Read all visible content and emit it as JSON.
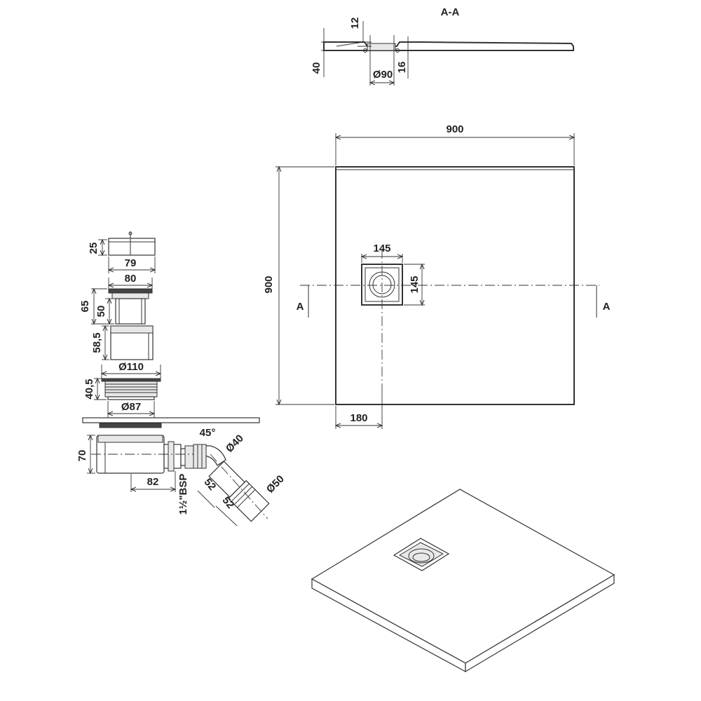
{
  "section": {
    "title": "A-A",
    "dim_top": "12",
    "dim_height": "40",
    "dim_drain_diameter": "Ø90",
    "dim_drain_depth": "16"
  },
  "plan": {
    "dim_width": "900",
    "dim_depth": "900",
    "dim_drain_width": "145",
    "dim_drain_height": "145",
    "dim_drain_offset": "180",
    "section_mark_left": "A",
    "section_mark_right": "A"
  },
  "siphon": {
    "cover_height": "25",
    "cover_width": "79",
    "insert_width": "80",
    "insert_height_total": "65",
    "insert_height": "50",
    "sleeve_height": "58,5",
    "flange_diameter": "Ø110",
    "body_height": "40,5",
    "body_diameter": "Ø87",
    "trap_height": "70",
    "trap_length": "82",
    "angle": "45°",
    "pipe_diameter_small": "Ø40",
    "pipe_diameter_large": "Ø50",
    "pipe_length_1": "52",
    "pipe_length_2": "52",
    "thread": "1½\"BSP"
  }
}
